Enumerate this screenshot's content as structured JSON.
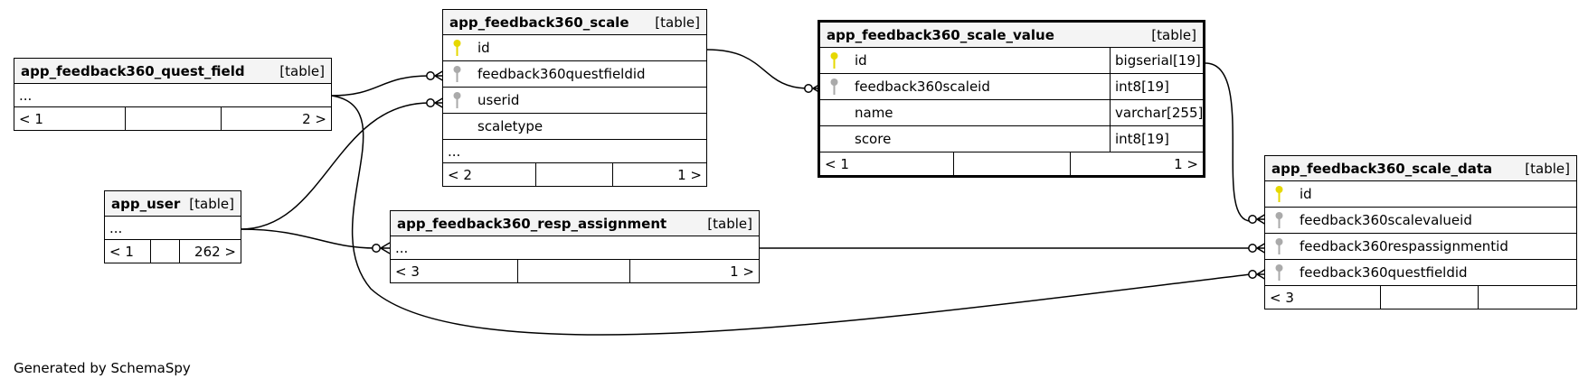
{
  "footer_text": "Generated by SchemaSpy",
  "colors": {
    "primary_key": "#e6d800",
    "foreign_key": "#aaaaaa",
    "header_bg": "#f4f4f4"
  },
  "tables": {
    "quest_field": {
      "name": "app_feedback360_quest_field",
      "tag": "[table]",
      "ellipsis": "...",
      "parents": "< 1",
      "children": "2 >"
    },
    "scale": {
      "name": "app_feedback360_scale",
      "tag": "[table]",
      "columns": [
        {
          "name": "id",
          "icon": "primary-key-icon"
        },
        {
          "name": "feedback360questfieldid",
          "icon": "foreign-key-icon"
        },
        {
          "name": "userid",
          "icon": "foreign-key-icon"
        },
        {
          "name": "scaletype",
          "icon": ""
        }
      ],
      "ellipsis": "...",
      "parents": "< 2",
      "children": "1 >"
    },
    "scale_value": {
      "name": "app_feedback360_scale_value",
      "tag": "[table]",
      "columns": [
        {
          "name": "id",
          "type": "bigserial[19]",
          "icon": "primary-key-icon"
        },
        {
          "name": "feedback360scaleid",
          "type": "int8[19]",
          "icon": "foreign-key-icon"
        },
        {
          "name": "name",
          "type": "varchar[255]",
          "icon": ""
        },
        {
          "name": "score",
          "type": "int8[19]",
          "icon": ""
        }
      ],
      "parents": "< 1",
      "children": "1 >"
    },
    "user": {
      "name": "app_user",
      "tag": "[table]",
      "ellipsis": "...",
      "parents": "< 1",
      "children": "262 >"
    },
    "resp_assignment": {
      "name": "app_feedback360_resp_assignment",
      "tag": "[table]",
      "ellipsis": "...",
      "parents": "< 3",
      "children": "1 >"
    },
    "scale_data": {
      "name": "app_feedback360_scale_data",
      "tag": "[table]",
      "columns": [
        {
          "name": "id",
          "icon": "primary-key-icon"
        },
        {
          "name": "feedback360scalevalueid",
          "icon": "foreign-key-icon"
        },
        {
          "name": "feedback360respassignmentid",
          "icon": "foreign-key-icon"
        },
        {
          "name": "feedback360questfieldid",
          "icon": "foreign-key-icon"
        }
      ],
      "parents": "< 3",
      "children": ""
    }
  }
}
